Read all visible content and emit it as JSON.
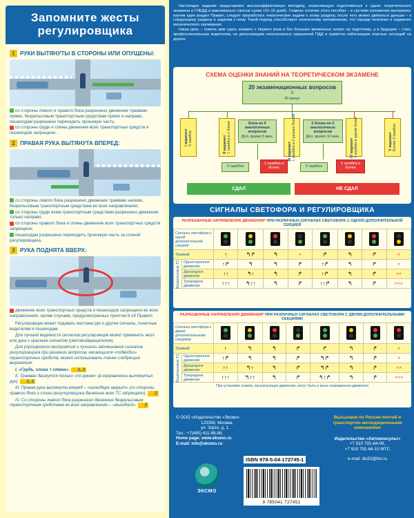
{
  "left": {
    "title": "Запомните жесты регулировщика",
    "sections": [
      {
        "num": "1",
        "head": "Руки вытянуты в стороны или опущены:",
        "items": [
          "со стороны левого и правого бока разрешено движение трамваю прямо, безрельсовым транспортным средствам прямо и направо, пешеходам разрешено переходить проезжую часть;",
          "со стороны груди и спины движение всех транспортных средств и пешеходов запрещено."
        ]
      },
      {
        "num": "2",
        "head": "Правая рука вытянута вперед:",
        "items": [
          "со стороны левого бока разрешено движение трамваю налево, безрельсовым транспортным средствам во всех направлениях;",
          "со стороны груди всем транспортным средствам разрешено движение только направо;",
          "со стороны правого бока и спины движение всех транспортных средств запрещено;",
          "пешеходам разрешено переходить проезжую часть за спиной регулировщика."
        ]
      },
      {
        "num": "3",
        "head": "Рука поднята вверх:",
        "items": [
          "движение всех транспортных средств и пешеходов запрещено во всех направлениях, кроме случаев, предусмотренных пунктом 6.14 Правил."
        ]
      }
    ],
    "extra": [
      "Регулировщик может подавать жестами рук и другие сигналы, понятные водителям и пешеходам.",
      "Для лучшей видимости сигналов регулировщик может применять жезл или диск с красным сигналом (световозвращателем)."
    ],
    "tips_intro": "Для упрощенного восприятия и лучшего запоминания сигналов регулировщика при решении вопросов, касающихся «подводки» транспортных средств, можно использовать также следующие выражения:",
    "tips": [
      {
        "text": "I. «Грудь, спина = стена».",
        "tag": "1, 2"
      },
      {
        "text": "II. Трамваи движутся только «по рукам» (в направлении вытянутых рук).",
        "tag": "1, 2"
      },
      {
        "text": "III. Правая рука вытянута вперед – «шлагбаум закрыт» (со стороны правого бока и спины регулировщика движение всех ТС запрещено).",
        "tag": "2"
      },
      {
        "text": "IV. Со стороны левого бока разрешено движение безрельсовым транспортным средствам во всех направлениях – «въездной».",
        "tag": "2"
      }
    ]
  },
  "right": {
    "intro": [
      "Настоящее издание представляет высокоэффективную методику, позволяющую подготовиться к сдаче теоретического экзамена в ГИБДД в максимально сжатые сроки (10–15 дней). Главное отличие этого пособия – в системе изложения материала: изучив один раздел Правил, следует проработать тематические задачи к этому разделу, после чего можно двигаться дальше – к следующему разделу и задачам к нему. Такой подход способствует логическому запоминанию, что гораздо полезнее и надежнее механического заучивания.",
      "Наша цель – помочь вам сдать экзамен с первого раза и без больших временных затрат на подготовку, а в будущем – стать профессиональным водителем, не допускающим неосознанных нарушений ПДД и грамотно избегающим опасных ситуаций на дороге."
    ],
    "scheme": {
      "title": "СХЕМА ОЦЕНКИ ЗНАНИЙ НА ТЕОРЕТИЧЕСКОМ ЭКЗАМЕНЕ",
      "main": "20 экзаменационных вопросов",
      "time": "20 минут",
      "variants": [
        {
          "title": "I вариант",
          "sub": "0 ошибок"
        },
        {
          "title": "II вариант",
          "sub": "1 ошибка в 1 блоке"
        },
        {
          "title": "III вариант",
          "sub": "1 ошибка в 2 разных блоках"
        },
        {
          "title": "IV вариант",
          "sub": "2 ошибки в одном блоке"
        },
        {
          "title": "V вариант",
          "sub": "Более 2 ошибок"
        }
      ],
      "block_a": "Блок из 5 аналогичных вопросов",
      "block_a_time": "Доп. время 5 мин.",
      "block_b": "2 блока по 5 аналогичных вопросов",
      "block_b_time": "Доп. время 10 мин.",
      "zero_a": "0 ошибок",
      "err_a": "1 ошибка и более",
      "zero_b": "0 ошибок",
      "err_b": "1 ошибка и более",
      "pass": "СДАЛ",
      "fail": "НЕ СДАЛ"
    },
    "signals_title": "СИГНАЛЫ СВЕТОФОРА И РЕГУЛИРОВЩИКА",
    "table1": {
      "caption_red": "РАЗРЕШЕННЫЕ НАПРАВЛЕНИЯ ДВИЖЕНИЯ*",
      "caption_blue": " ПРИ РАЗЛИЧНЫХ СИГНАЛАХ СВЕТОФОРА С ОДНОЙ ДОПОЛНИТЕЛЬНОЙ СЕКЦИЕЙ",
      "header": "Сигналы светофора с одной дополнительной секцией",
      "group": "Безрельсовые ТС",
      "rows": [
        "Трамвай",
        "Одностороннее движение",
        "Двухрядное движение",
        "Трехрядное движение"
      ]
    },
    "table2": {
      "caption_red": "РАЗРЕШЕННЫЕ НАПРАВЛЕНИЯ ДВИЖЕНИЯ*",
      "caption_blue": " ПРИ РАЗЛИЧНЫХ СИГНАЛАХ СВЕТОФОРА С ДВУМЯ ДОПОЛНИТЕЛЬНЫМИ СЕКЦИЯМИ",
      "header": "Сигналы светофора с двумя дополнительными секциями",
      "group": "Безрельсовые ТС",
      "rows": [
        "Трамвай",
        "Одностороннее движение",
        "Двухрядное движение",
        "Трехрядное движение"
      ]
    },
    "footnote": "При установке знаков, организующих движение, могут быть и иные направления движения",
    "publisher": [
      "© ООО «Издательство «Эксмо»",
      "123308, Москва,",
      "ул. Зорге, д. 1.",
      "Тел.: +7(495) 411-68-86.",
      "Home page: www.eksmo.ru",
      "E-mail: info@eksmo.ru"
    ],
    "isbn": "ISBN 978-5-04-172745-1",
    "barcode_digits": "9 785041 727451",
    "logo": "ЭКСМО",
    "distrib": {
      "head": "Высылаем по России почтой и транспортно-экспедиционными компаниями",
      "company": "Издательство «Автоконсульт»",
      "phone1": "+7 910 791-64-09,",
      "phone2": "+7 910 791-64-10 МТС",
      "email": "e-mail: dis53@list.ru"
    }
  }
}
